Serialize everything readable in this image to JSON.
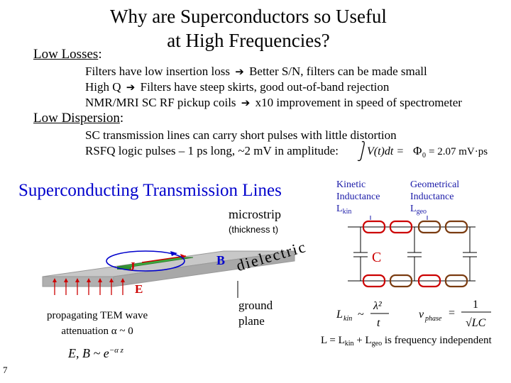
{
  "title_line1": "Why are Superconductors so Useful",
  "title_line2": "at High Frequencies?",
  "low_losses": {
    "heading": "Low Losses",
    "colon": ":"
  },
  "bullets_losses": [
    {
      "pre": "Filters have low insertion loss",
      "post": "Better S/N, filters can be made small"
    },
    {
      "pre": "High Q",
      "post": "Filters have steep skirts, good out-of-band rejection"
    },
    {
      "pre": "NMR/MRI SC RF pickup coils",
      "post": "x10 improvement in speed of spectrometer"
    }
  ],
  "low_dispersion": {
    "heading": "Low Dispersion",
    "colon": ":"
  },
  "bullets_dispersion": [
    "SC transmission lines can carry short pulses with little distortion",
    "RSFQ logic pulses – 1 ps long, ~2 mV in amplitude:"
  ],
  "flux_equation": {
    "phi": "Φ",
    "value": "= 2.07 mV·ps"
  },
  "stl_heading": "Superconducting Transmission Lines",
  "microstrip": "microstrip",
  "thickness": "(thickness t)",
  "label_J": "J",
  "label_B": "B",
  "label_E": "E",
  "dielectric": "dielectric",
  "ground_plane": [
    "ground",
    "plane"
  ],
  "tem_wave": [
    "propagating TEM wave",
    "attenuation α ~ 0"
  ],
  "field_eq": {
    "lhs": "E, B ~ e",
    "exp": "−α z"
  },
  "kinetic": {
    "line1": "Kinetic",
    "line2": "Inductance",
    "line3": "L",
    "sub": "kin"
  },
  "geometrical": {
    "line1": "Geometrical",
    "line2": "Inductance",
    "line3": "L",
    "sub": "geo"
  },
  "label_C": "C",
  "lkin_eq": {
    "L": "L",
    "sub": "kin",
    "sim": "~",
    "num": "λ²",
    "den": "t"
  },
  "vphase_eq": {
    "v": "v",
    "sub": "phase",
    "eq": "=",
    "num": "1",
    "den": "√LC"
  },
  "summary": {
    "a": "L = L",
    "kin": "kin",
    "b": " + L",
    "geo": "geo",
    "c": " is frequency independent"
  },
  "page_number": "7",
  "colors": {
    "accent_blue": "#0000cc",
    "label_blue": "#1a1aa8",
    "kinetic_coil": "#cc0000",
    "geometric_coil": "#7a3b10",
    "strip_green": "#3fae3f",
    "ground_gray": "#c8c8c8",
    "field_red": "#cc0000"
  }
}
